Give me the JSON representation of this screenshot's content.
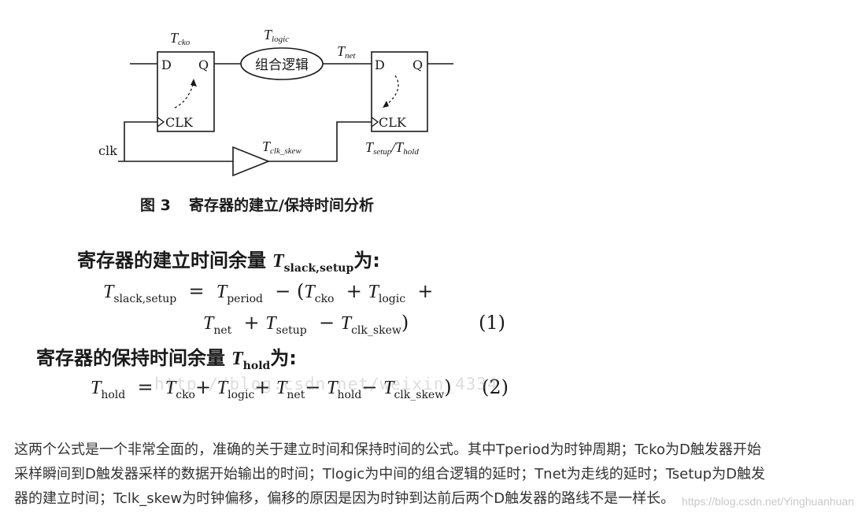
{
  "figure": {
    "label_tcko": "cko",
    "label_tlogic": "logic",
    "label_tnet": "net",
    "logic_block": "组合逻辑",
    "ff1": {
      "d": "D",
      "q": "Q",
      "clk": "CLK"
    },
    "ff2": {
      "d": "D",
      "q": "Q",
      "clk": "CLK"
    },
    "clk_input": "clk",
    "buffer_label": "clk_skew",
    "setup_sub": "setup",
    "hold_sub": "hold",
    "caption_num": "图 3",
    "caption_text": "寄存器的建立/保持时间分析"
  },
  "formulas": {
    "setup_intro": "寄存器的建立时间余量",
    "setup_intro_sub": "slack,setup",
    "setup_intro_end": "为:",
    "eq1_line1": {
      "lhs_sub": "slack,setup",
      "period_sub": "period",
      "cko_sub": "cko",
      "logic_sub": "logic"
    },
    "eq1_line2": {
      "net_sub": "net",
      "setup_sub": "setup",
      "skew_sub": "clk_skew"
    },
    "eq1_number": "(1)",
    "hold_intro": "寄存器的保持时间余量",
    "hold_intro_sub": "hold",
    "hold_intro_end": "为:",
    "eq2": {
      "lhs_sub": "hold",
      "cko_sub": "cko",
      "logic_sub": "logic",
      "net_sub": "net",
      "hold_sub": "hold",
      "skew_sub": "clk_skew"
    },
    "eq2_number": "(2)",
    "faint_watermark": "http://blog.csdn.net/weixin_4334"
  },
  "paragraph": {
    "line1": "这两个公式是一个非常全面的，准确的关于建立时间和保持时间的公式。其中Tperiod为时钟周期；Tcko为D触发器开始",
    "line2": "采样瞬间到D触发器采样的数据开始输出的时间；Tlogic为中间的组合逻辑的延时；Tnet为走线的延时；Tsetup为D触发",
    "line3": "器的建立时间；Tclk_skew为时钟偏移，偏移的原因是因为时钟到达前后两个D触发器的路线不是一样长。"
  },
  "watermark": "https://blog.csdn.net/Yinghuanhuan"
}
